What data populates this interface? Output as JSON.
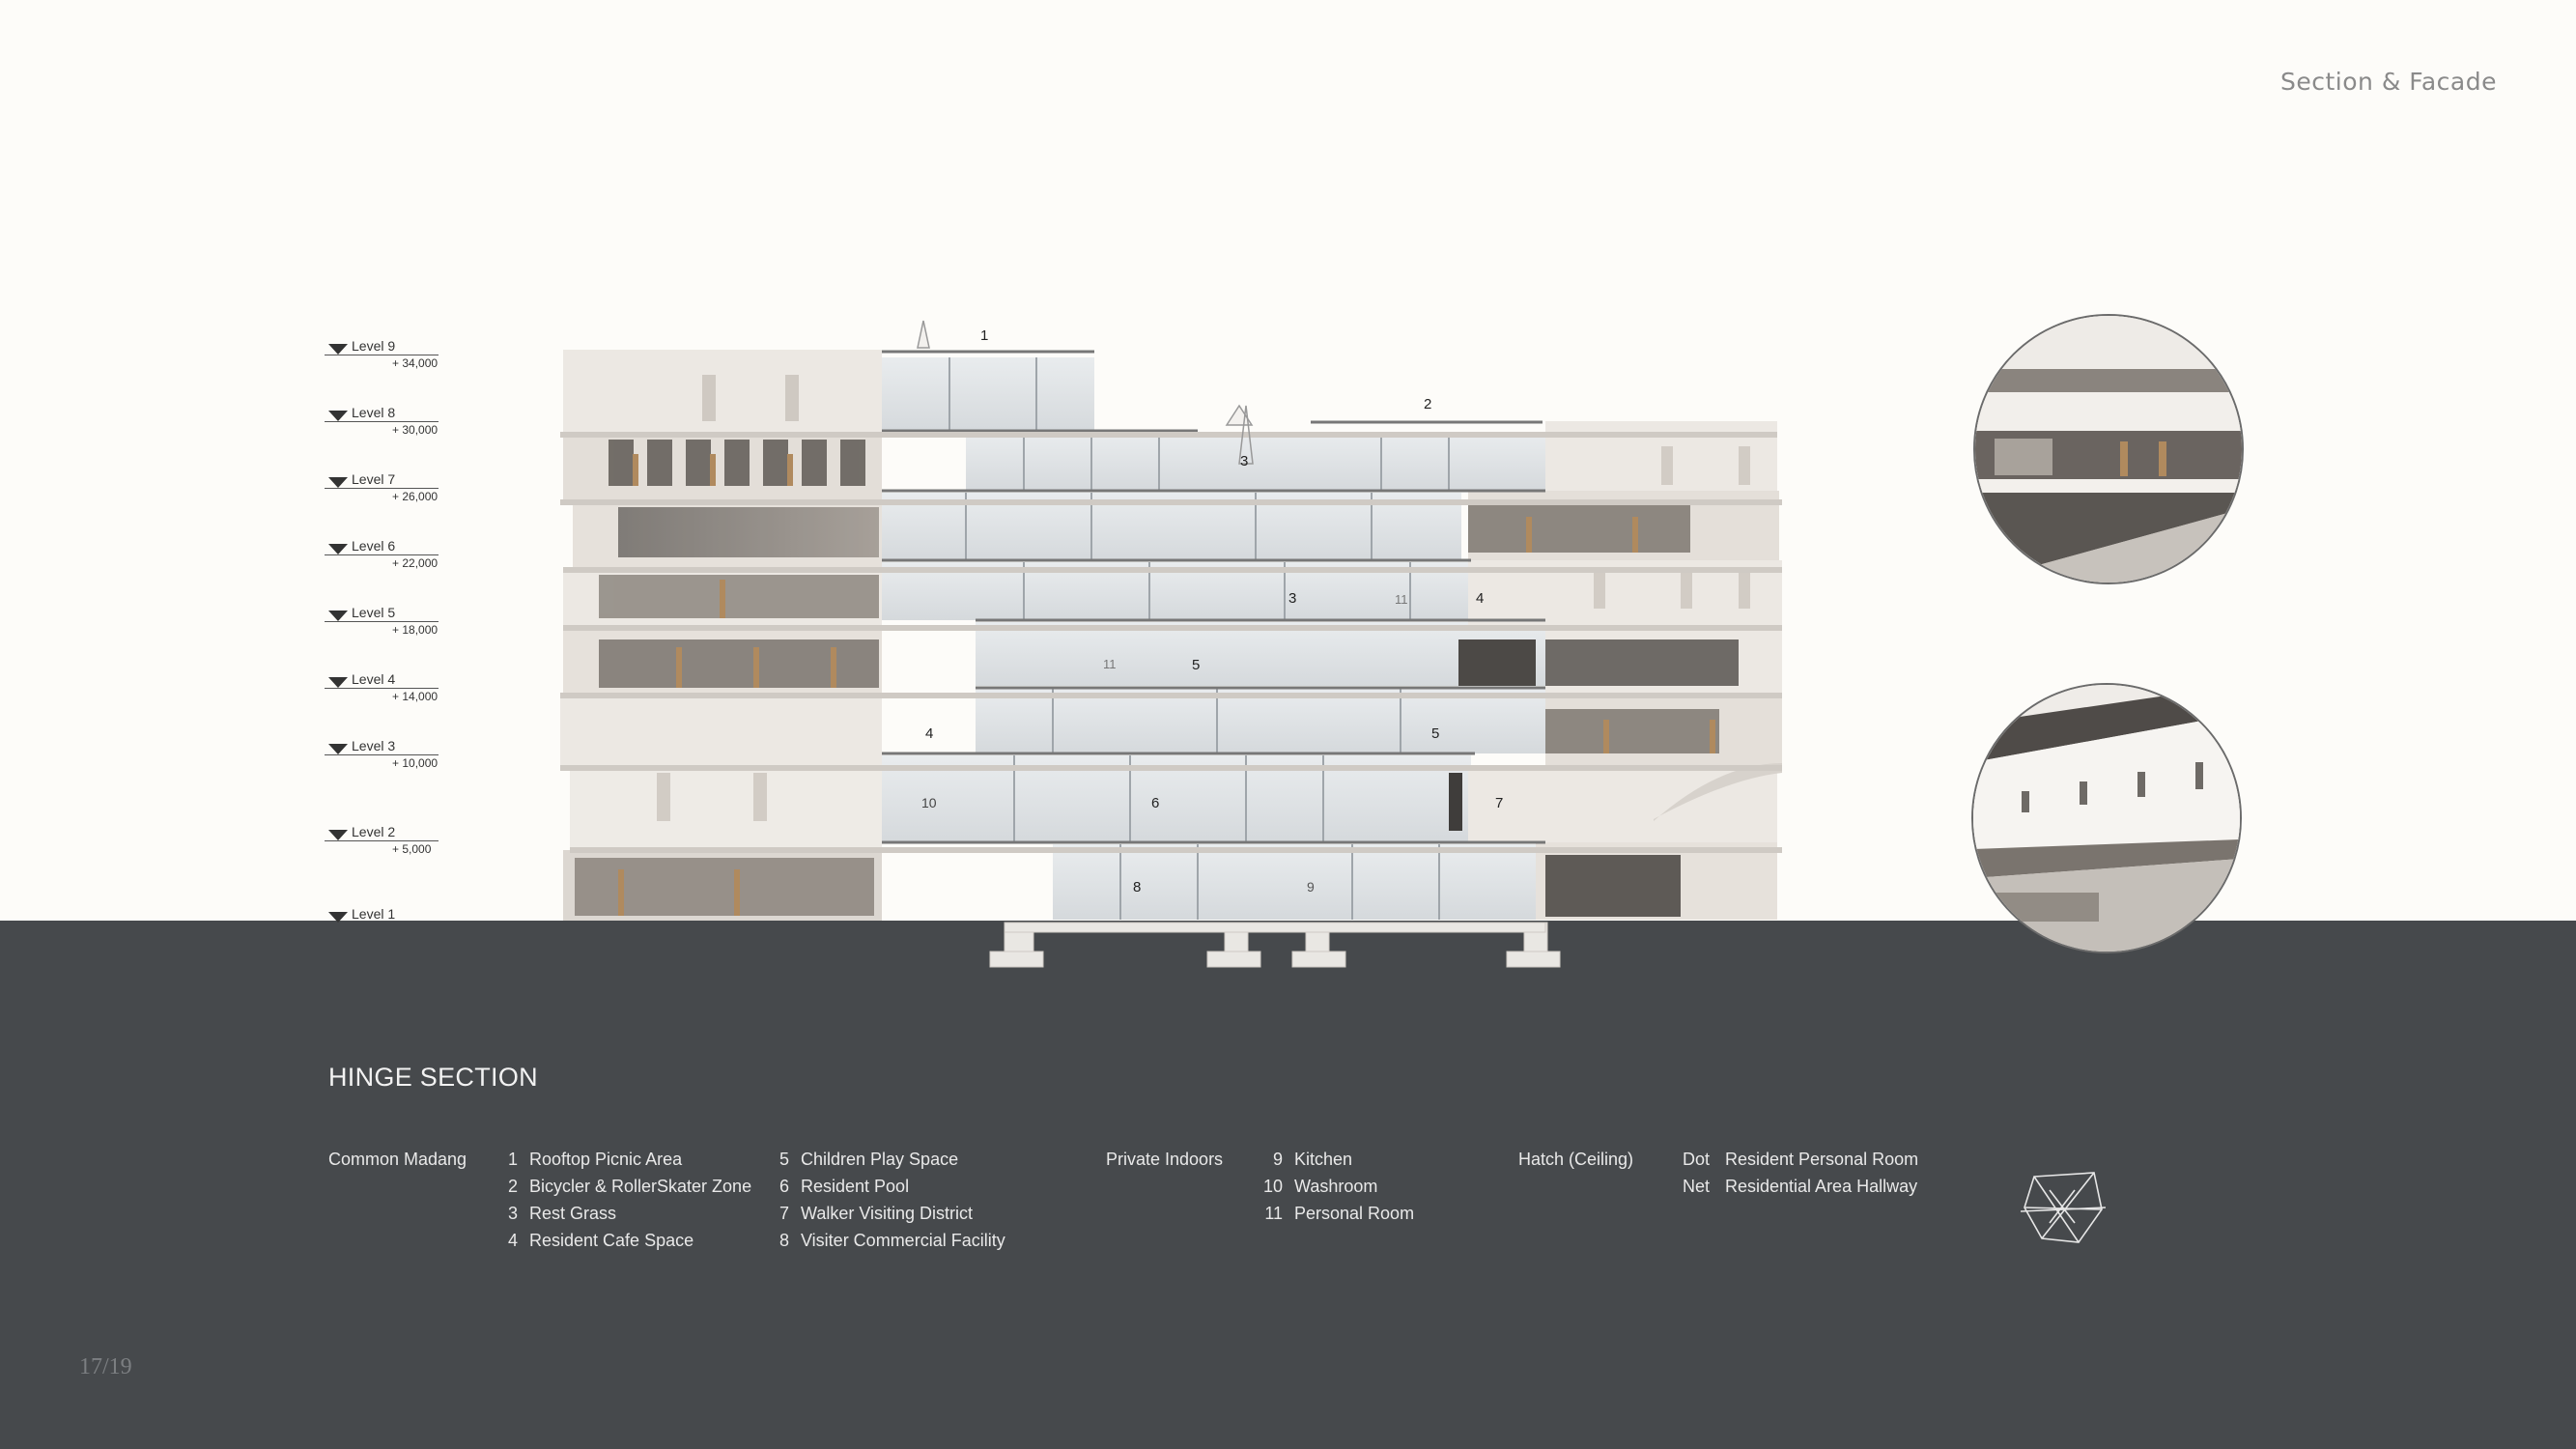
{
  "page": {
    "title": "Section & Facade",
    "page_number": "17/19"
  },
  "levels": [
    {
      "name": "Level 9",
      "elevation": "+ 34,000"
    },
    {
      "name": "Level 8",
      "elevation": "+ 30,000"
    },
    {
      "name": "Level 7",
      "elevation": "+ 26,000"
    },
    {
      "name": "Level 6",
      "elevation": "+ 22,000"
    },
    {
      "name": "Level 5",
      "elevation": "+ 18,000"
    },
    {
      "name": "Level 4",
      "elevation": "+ 14,000"
    },
    {
      "name": "Level 3",
      "elevation": "+ 10,000"
    },
    {
      "name": "Level 2",
      "elevation": "+ 5,000"
    },
    {
      "name": "Level 1",
      "elevation": ""
    }
  ],
  "section_labels": [
    "1",
    "2",
    "3",
    "3",
    "4",
    "11",
    "11",
    "5",
    "4",
    "5",
    "10",
    "6",
    "7",
    "8",
    "9"
  ],
  "section": {
    "title": "HINGE SECTION",
    "common": {
      "heading": "Common Madang",
      "items": [
        {
          "num": "1",
          "label": "Rooftop Picnic Area"
        },
        {
          "num": "2",
          "label": "Bicycler & RollerSkater Zone"
        },
        {
          "num": "3",
          "label": "Rest Grass"
        },
        {
          "num": "4",
          "label": "Resident Cafe Space"
        }
      ],
      "items2": [
        {
          "num": "5",
          "label": "Children Play Space"
        },
        {
          "num": "6",
          "label": "Resident Pool"
        },
        {
          "num": "7",
          "label": "Walker Visiting District"
        },
        {
          "num": "8",
          "label": "Visiter Commercial Facility"
        }
      ]
    },
    "private": {
      "heading": "Private Indoors",
      "items": [
        {
          "num": "9",
          "label": "Kitchen"
        },
        {
          "num": "10",
          "label": "Washroom"
        },
        {
          "num": "11",
          "label": "Personal Room"
        }
      ]
    },
    "hatch": {
      "heading": "Hatch (Ceiling)",
      "items": [
        {
          "abbr": "Dot",
          "label": "Resident Personal Room"
        },
        {
          "abbr": "Net",
          "label": "Residential Area Hallway"
        }
      ]
    }
  },
  "colors": {
    "background": "#fdfcf9",
    "ground": "#46494c",
    "accent": "#b08a5e"
  }
}
